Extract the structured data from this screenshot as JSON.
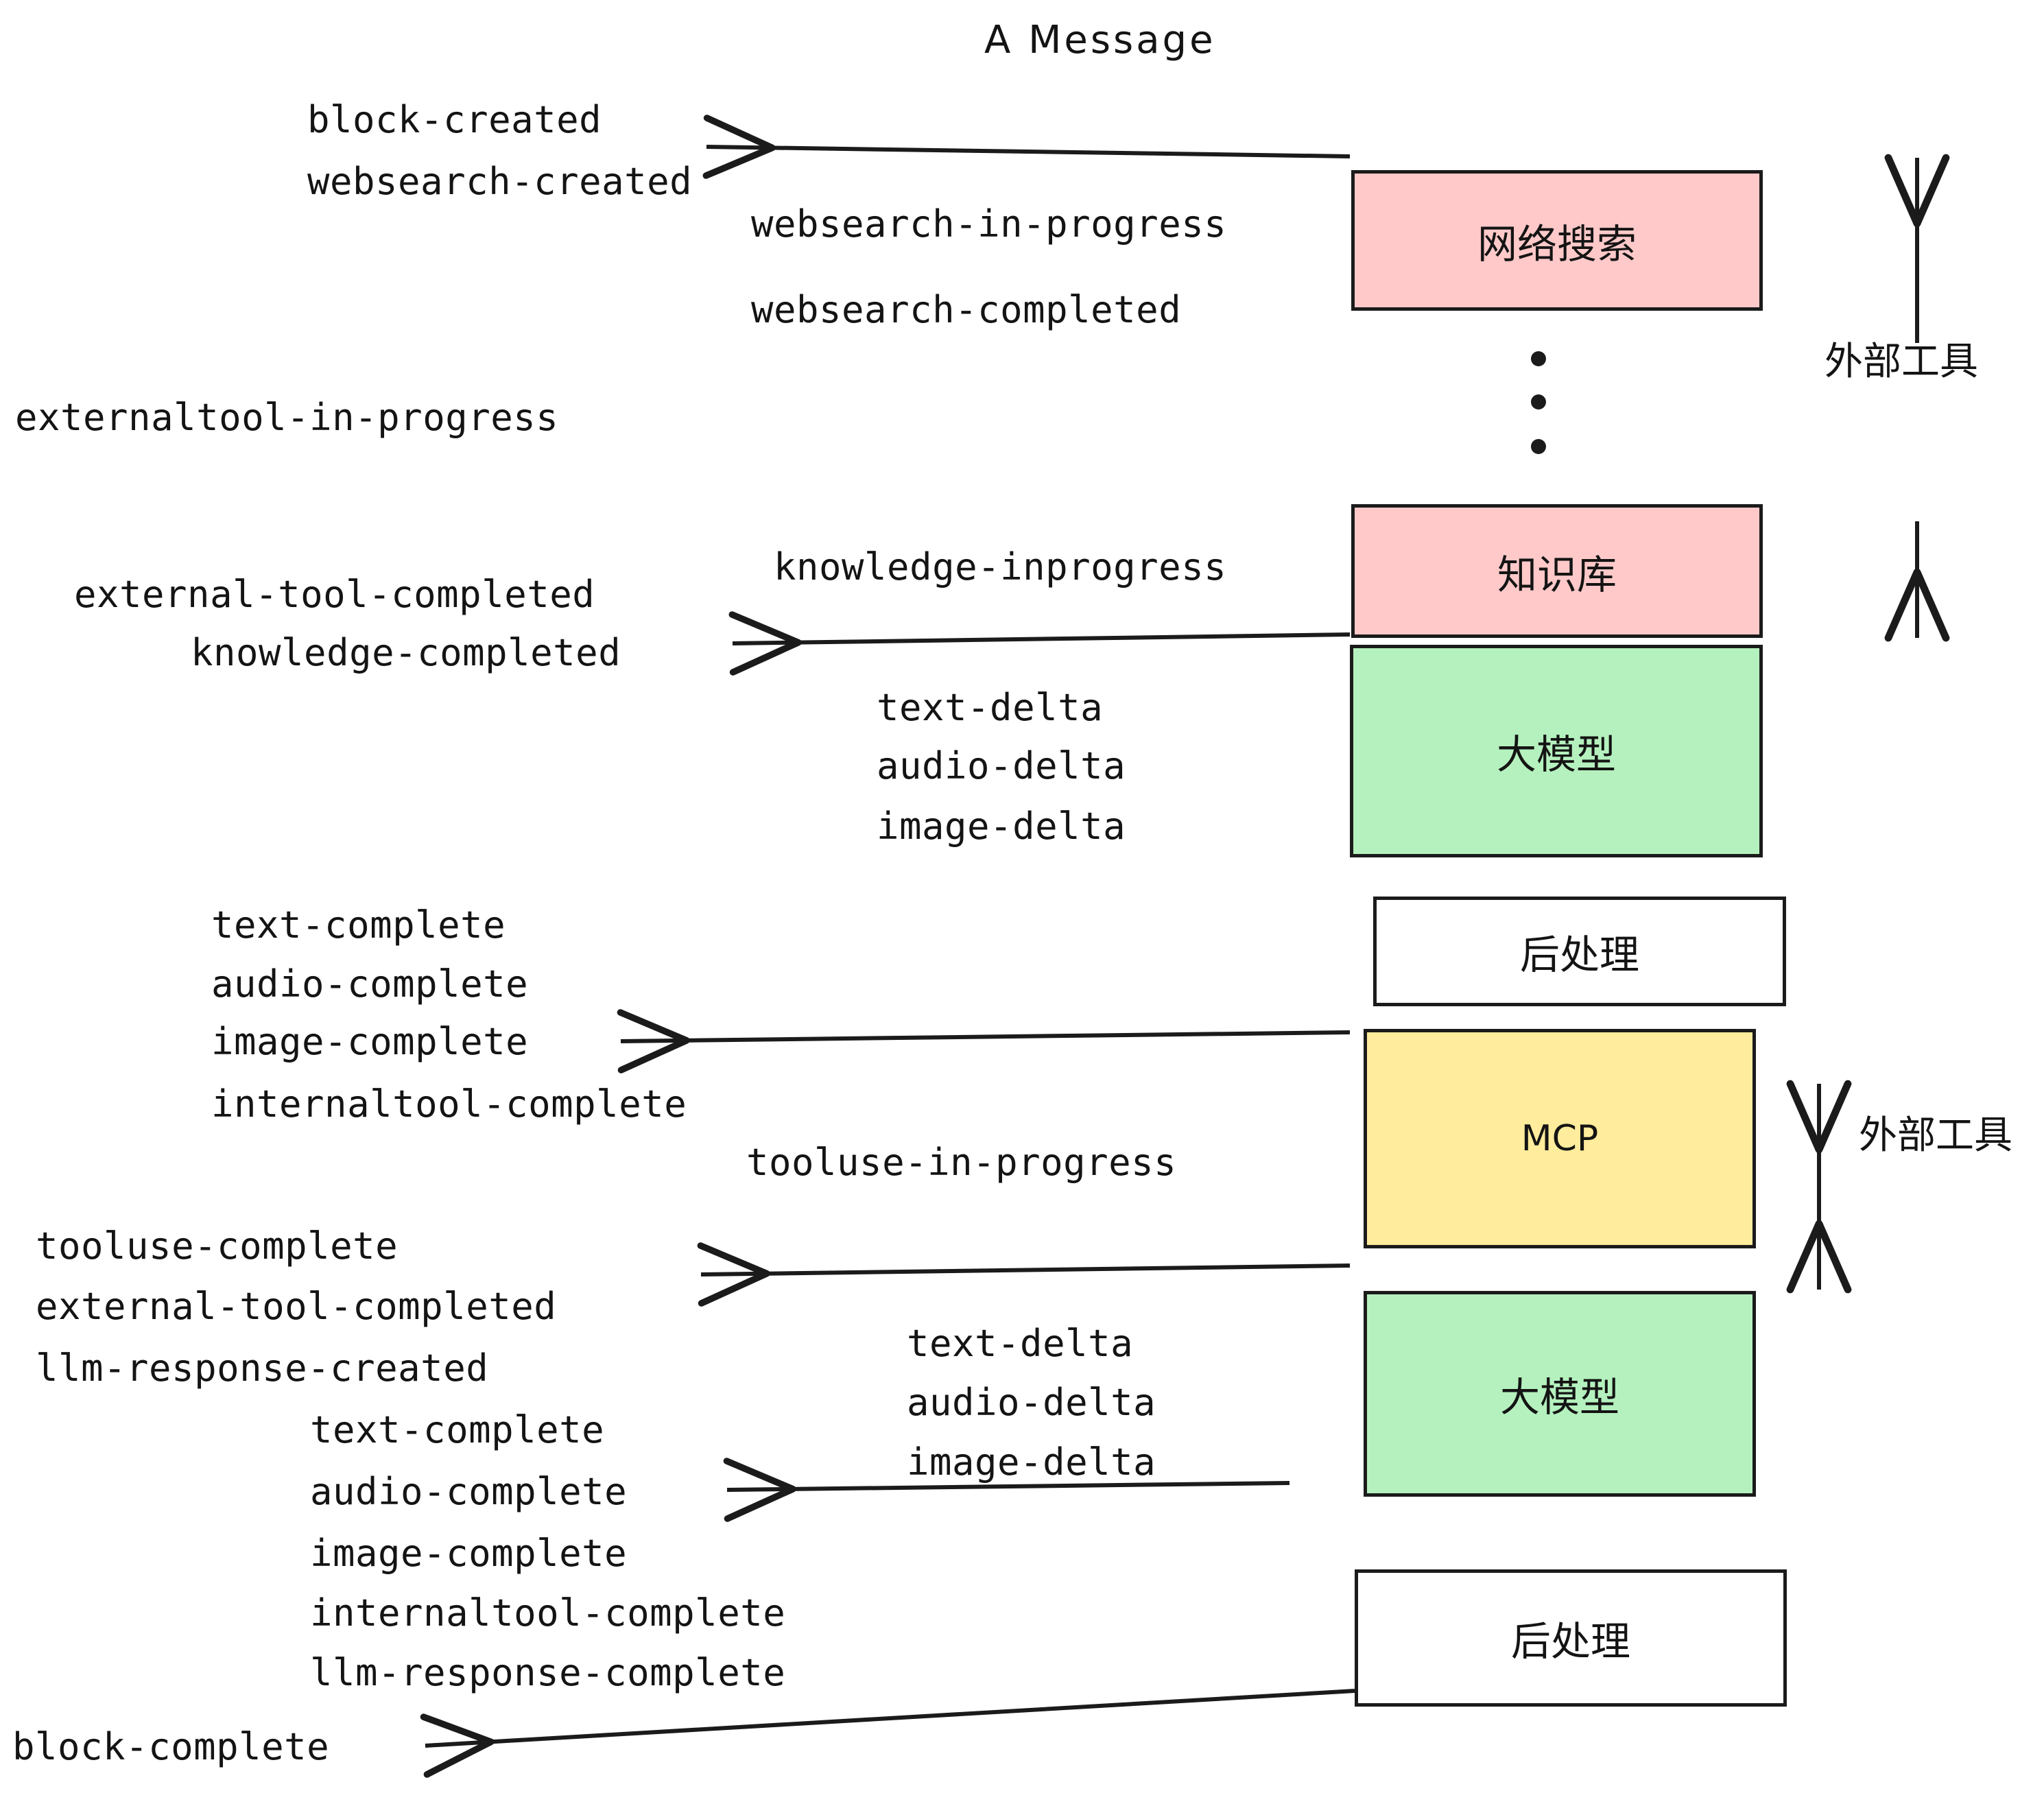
{
  "title": "A Message",
  "colors": {
    "pink": "#FFC9C9",
    "green": "#B5F1BE",
    "yellow": "#FFEC9C",
    "white": "#FFFFFF",
    "stroke": "#1B1B1B",
    "text": "#141414",
    "background": "#FFFFFF"
  },
  "boxes": [
    {
      "label": "网络搜索",
      "fill": "#FFC9C9"
    },
    {
      "label": "知识库",
      "fill": "#FFC9C9"
    },
    {
      "label": "大模型",
      "fill": "#B5F1BE"
    },
    {
      "label": "后处理",
      "fill": "#FFFFFF"
    },
    {
      "label": "MCP",
      "fill": "#FFEC9C"
    },
    {
      "label": "大模型",
      "fill": "#B5F1BE"
    },
    {
      "label": "后处理",
      "fill": "#FFFFFF"
    }
  ],
  "side_annotations": [
    {
      "label": "外部工具"
    },
    {
      "label": "外部工具"
    }
  ],
  "events": [
    {
      "id": "block-created",
      "text": "block-created"
    },
    {
      "id": "websearch-created",
      "text": "websearch-created"
    },
    {
      "id": "websearch-in-progress",
      "text": "websearch-in-progress"
    },
    {
      "id": "websearch-completed",
      "text": "websearch-completed"
    },
    {
      "id": "externaltool-in-progress",
      "text": "externaltool-in-progress"
    },
    {
      "id": "knowledge-inprogress",
      "text": "knowledge-inprogress"
    },
    {
      "id": "external-tool-completed-1",
      "text": "external-tool-completed"
    },
    {
      "id": "knowledge-completed",
      "text": "knowledge-completed"
    },
    {
      "id": "text-delta-1",
      "text": "text-delta"
    },
    {
      "id": "audio-delta-1",
      "text": "audio-delta"
    },
    {
      "id": "image-delta-1",
      "text": "image-delta"
    },
    {
      "id": "text-complete-1",
      "text": "text-complete"
    },
    {
      "id": "audio-complete-1",
      "text": "audio-complete"
    },
    {
      "id": "image-complete-1",
      "text": "image-complete"
    },
    {
      "id": "internaltool-complete-1",
      "text": "internaltool-complete"
    },
    {
      "id": "tooluse-in-progress",
      "text": "tooluse-in-progress"
    },
    {
      "id": "tooluse-complete",
      "text": "tooluse-complete"
    },
    {
      "id": "external-tool-completed-2",
      "text": "external-tool-completed"
    },
    {
      "id": "llm-response-created",
      "text": "llm-response-created"
    },
    {
      "id": "text-delta-2",
      "text": "text-delta"
    },
    {
      "id": "audio-delta-2",
      "text": "audio-delta"
    },
    {
      "id": "image-delta-2",
      "text": "image-delta"
    },
    {
      "id": "text-complete-2",
      "text": "text-complete"
    },
    {
      "id": "audio-complete-2",
      "text": "audio-complete"
    },
    {
      "id": "image-complete-2",
      "text": "image-complete"
    },
    {
      "id": "internaltool-complete-2",
      "text": "internaltool-complete"
    },
    {
      "id": "llm-response-complete",
      "text": "llm-response-complete"
    },
    {
      "id": "block-complete",
      "text": "block-complete"
    }
  ]
}
